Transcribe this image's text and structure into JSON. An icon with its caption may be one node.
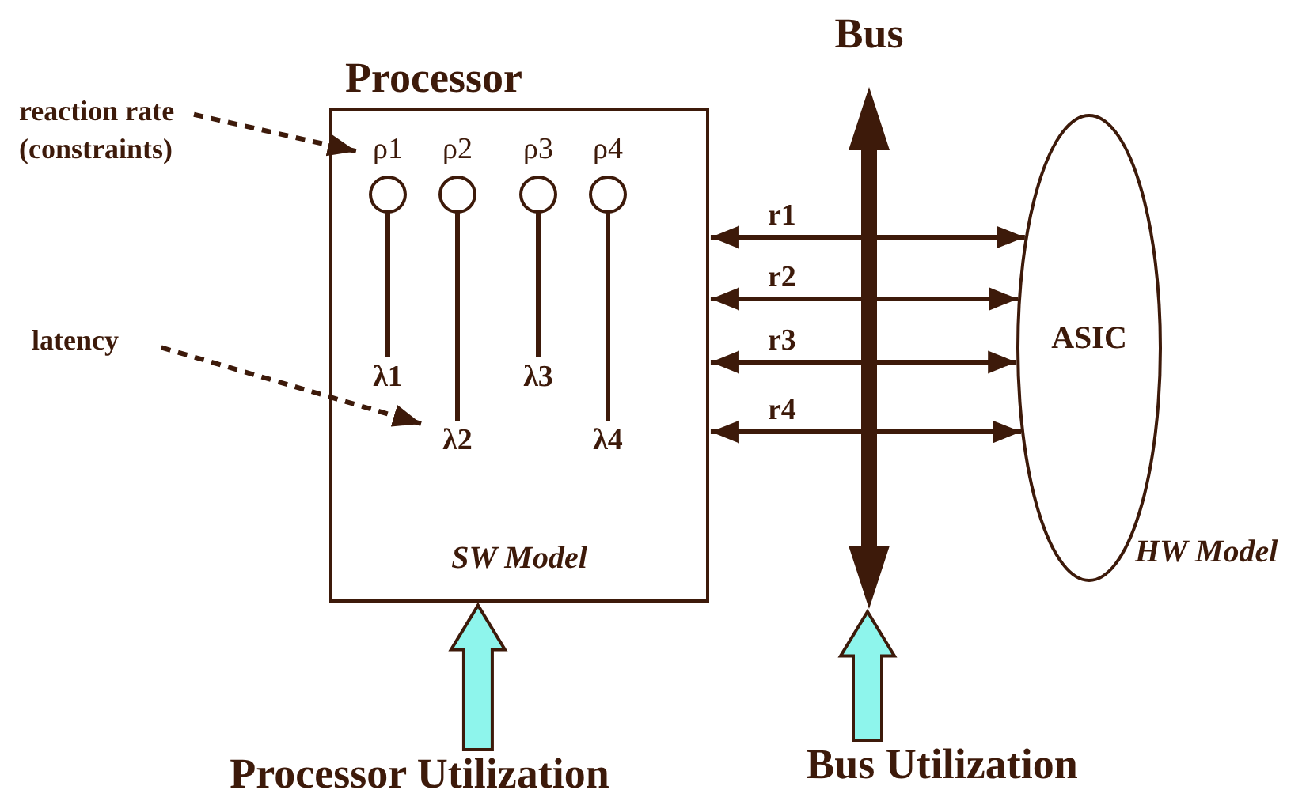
{
  "diagram": {
    "nodes": [
      {
        "text": [
          "reaction rate (constraints)"
        ]
      },
      {
        "text": [
          "Processor",
          "SW Model"
        ]
      },
      {
        "text": [
          "ρ1",
          "λ1"
        ],
        "in": 1
      },
      {
        "text": [
          "ρ2",
          "λ2"
        ],
        "in": 1
      },
      {
        "text": [
          "ρ3",
          "λ3"
        ],
        "in": 1
      },
      {
        "text": [
          "ρ4",
          "λ4"
        ],
        "in": 1
      },
      {
        "text": [
          "latency"
        ]
      },
      {
        "text": [
          "Bus"
        ]
      },
      {
        "text": [
          "ASIC",
          "HW Model"
        ]
      },
      {
        "text": [
          "Processor Utilization"
        ]
      },
      {
        "text": [
          "Bus Utilization"
        ]
      }
    ],
    "edges": [
      {
        "from": 0,
        "to": 2,
        "arrow": "to",
        "style": "dashed"
      },
      {
        "from": 6,
        "to": 3,
        "arrow": "to",
        "style": "dashed"
      },
      {
        "from": 1,
        "to": 8,
        "label": "r1",
        "arrow": "both"
      },
      {
        "from": 1,
        "to": 8,
        "label": "r2",
        "arrow": "both"
      },
      {
        "from": 1,
        "to": 8,
        "label": "r3",
        "arrow": "both"
      },
      {
        "from": 1,
        "to": 8,
        "label": "r4",
        "arrow": "both"
      },
      {
        "from": 9,
        "to": 1,
        "arrow": "to",
        "style": "thick",
        "color": "#8ef5ec"
      },
      {
        "from": 10,
        "to": 7,
        "arrow": "to",
        "style": "thick",
        "color": "#8ef5ec"
      }
    ]
  }
}
